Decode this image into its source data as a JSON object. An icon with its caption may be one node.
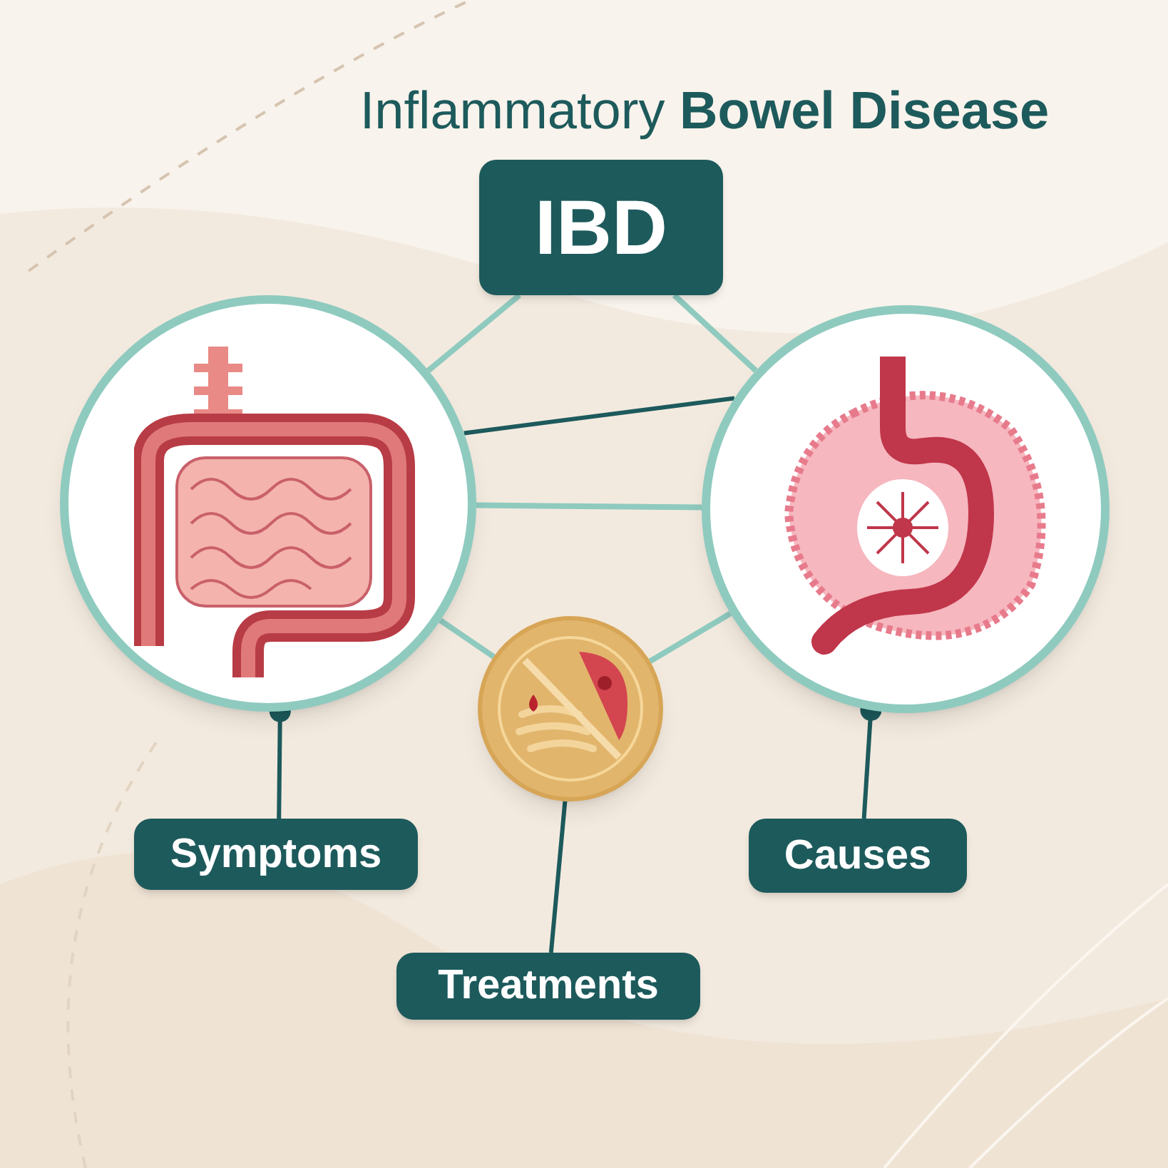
{
  "diagram": {
    "title": "Inflammatory **Bowel Disease**",
    "nodes": [
      {
        "text": [
          "IBD"
        ]
      },
      {
        "text": [],
        "shape": "picture"
      },
      {
        "text": [],
        "shape": "picture"
      },
      {
        "text": [],
        "shape": "picture"
      },
      {
        "text": [
          "Symptoms"
        ]
      },
      {
        "text": [
          "Causes"
        ]
      },
      {
        "text": [
          "Treatments"
        ]
      }
    ],
    "edges": [
      {
        "from": 0,
        "to": 1,
        "arrow": "none"
      },
      {
        "from": 0,
        "to": 2,
        "arrow": "none"
      },
      {
        "from": 1,
        "to": 2,
        "arrow": "none"
      },
      {
        "from": 1,
        "to": 2,
        "arrow": "none",
        "color": "#1d5a5c"
      },
      {
        "from": 1,
        "to": 3,
        "arrow": "none"
      },
      {
        "from": 3,
        "to": 2,
        "arrow": "none"
      },
      {
        "from": 4,
        "to": 1,
        "arrow": "other",
        "color": "#1d5a5c"
      },
      {
        "from": 5,
        "to": 2,
        "arrow": "other",
        "color": "#1d5a5c"
      },
      {
        "from": 6,
        "to": 3,
        "arrow": "none",
        "color": "#1d5a5c"
      }
    ]
  }
}
